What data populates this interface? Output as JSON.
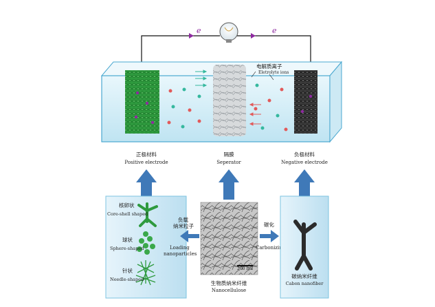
{
  "circuit": {
    "electron_left": "e",
    "electron_right": "e"
  },
  "cell": {
    "electrolyte_label_cn": "电解质离子",
    "electrolyte_label_en": "Eletrolyte ions"
  },
  "outputs": {
    "positive": {
      "cn": "正极材料",
      "en": "Positive electrode"
    },
    "separator": {
      "cn": "隔膜",
      "en": "Seperator"
    },
    "negative": {
      "cn": "负极材料",
      "en": "Negative electrode"
    }
  },
  "left_panel": {
    "items": [
      {
        "cn": "核卵状",
        "en": "Core-shell shaped"
      },
      {
        "cn": "球状",
        "en": "Sphere-shaped"
      },
      {
        "cn": "针状",
        "en": "Needle-shaped"
      }
    ]
  },
  "loading": {
    "cn_line1": "负载",
    "cn_line2": "纳米粒子",
    "en_line1": "Loading",
    "en_line2": "nanoparticles"
  },
  "carbonizing": {
    "cn": "碳化",
    "en": "Carbonizing"
  },
  "center_image": {
    "scale": "200 nm",
    "cn": "生物质纳米纤维",
    "en": "Nanocellulose"
  },
  "right_panel": {
    "cn": "碳纳米纤维",
    "en": "Cabon nanofiber"
  },
  "colors": {
    "tank_fill": "#d6f0f8",
    "tank_edge": "#4aa8d0",
    "positive": "#2e9a3e",
    "negative": "#3a3a3a",
    "arrow": "#3f79b8",
    "panel": "#d8eef8",
    "ion_red": "#e25a5a",
    "ion_teal": "#35b89e"
  }
}
